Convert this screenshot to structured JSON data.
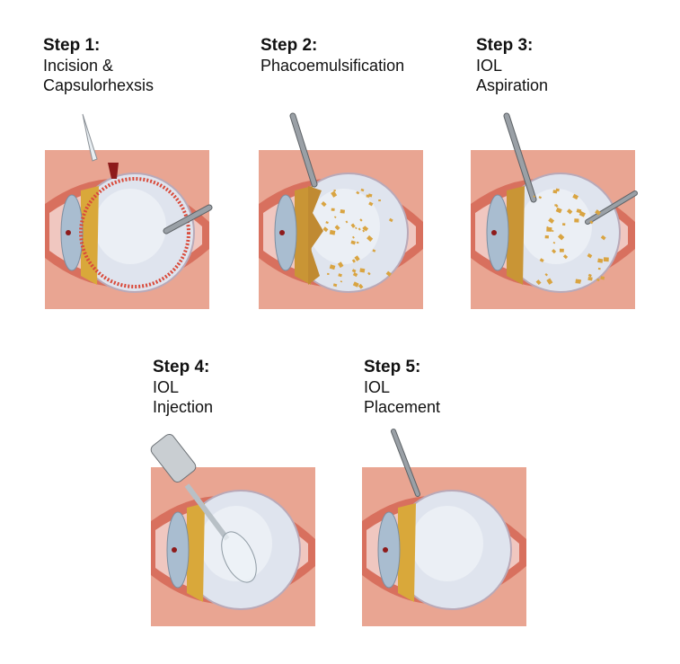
{
  "steps": [
    {
      "title": "Step 1:",
      "lines": [
        "Incision &",
        "Capsulorhexsis"
      ],
      "tool": "incision"
    },
    {
      "title": "Step 2:",
      "lines": [
        "Phacoemulsification"
      ],
      "tool": "phaco"
    },
    {
      "title": "Step 3:",
      "lines": [
        "IOL",
        "Aspiration"
      ],
      "tool": "aspiration"
    },
    {
      "title": "Step 4:",
      "lines": [
        "IOL",
        "Injection"
      ],
      "tool": "injection"
    },
    {
      "title": "Step 5:",
      "lines": [
        "IOL",
        "Placement"
      ],
      "tool": "placement"
    }
  ],
  "colors": {
    "skin": "#e9a592",
    "skin_light": "#f3c2b2",
    "eyeball": "#dfe4ee",
    "lens": "#d9a83a",
    "fragment": "#d9a441",
    "instrument": "#9aa0a6"
  }
}
